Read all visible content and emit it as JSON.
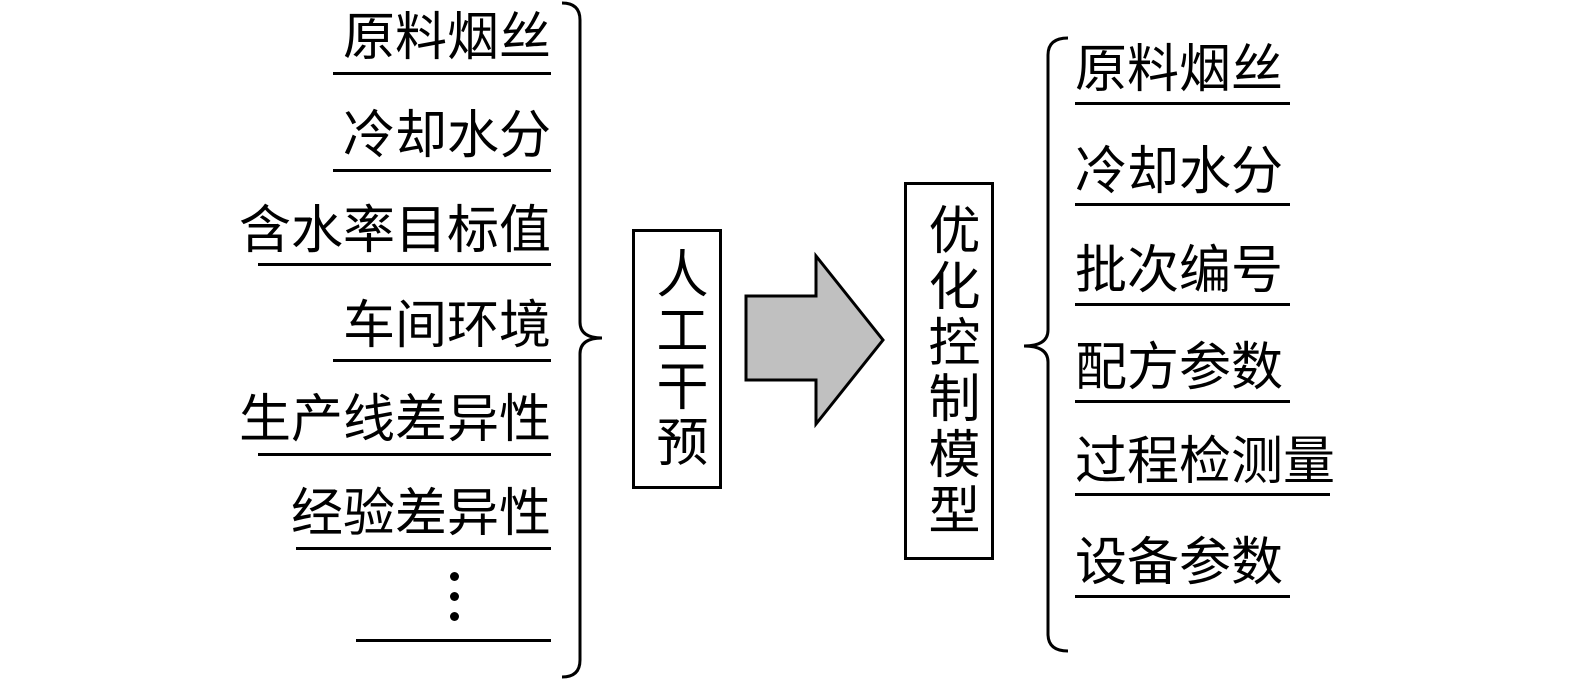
{
  "left_inputs": [
    "原料烟丝",
    "冷却水分",
    "含水率目标值",
    "车间环境",
    "生产线差异性",
    "经验差异性",
    "⋮"
  ],
  "manual_box": "人工干预",
  "model_box": "优化控制模型",
  "right_inputs": [
    "原料烟丝",
    "冷却水分",
    "批次编号",
    "配方参数",
    "过程检测量",
    "设备参数"
  ],
  "colors": {
    "arrow_fill": "#c0c0c0",
    "stroke": "#000000"
  }
}
